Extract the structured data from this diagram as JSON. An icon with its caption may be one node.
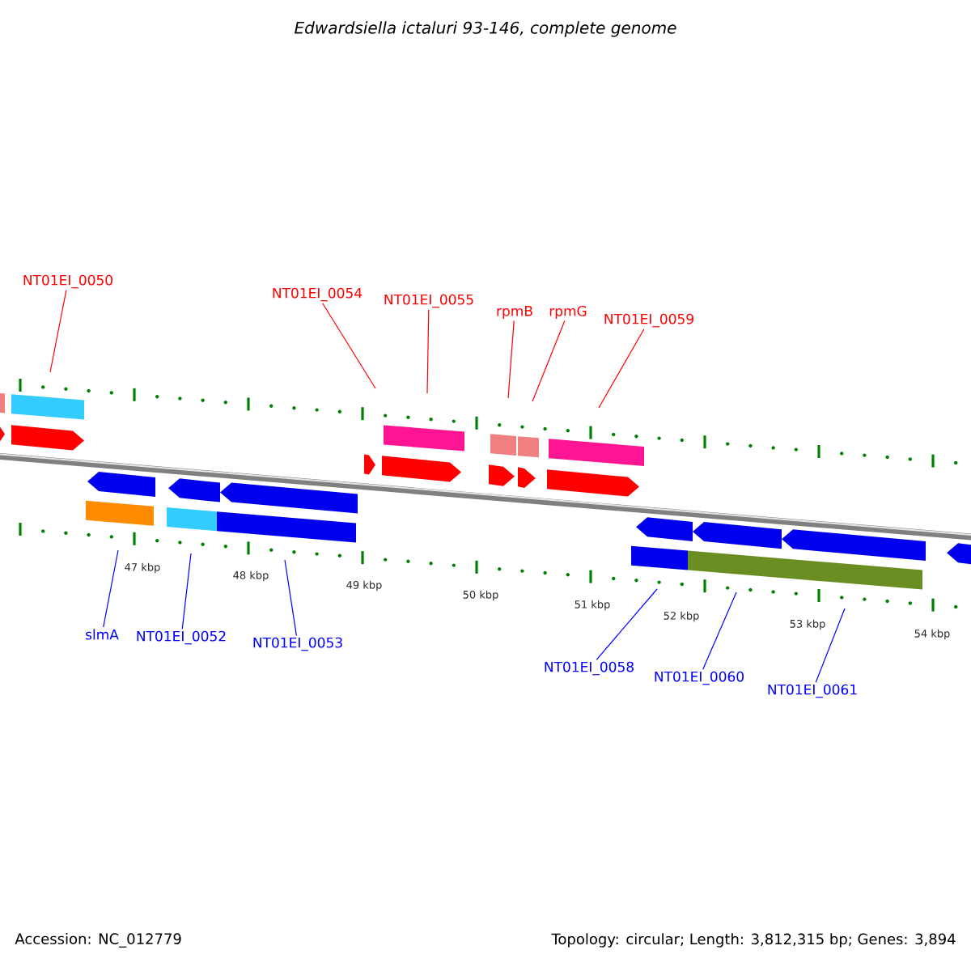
{
  "diagram": {
    "title": "Edwardsiella ictaluri 93-146, complete genome",
    "nodes": [
      {
        "text": [
          "NT01EI_0050"
        ]
      },
      {
        "text": [
          "NT01EI_0054"
        ]
      },
      {
        "text": [
          "NT01EI_0055"
        ]
      },
      {
        "text": [
          "rpmB"
        ]
      },
      {
        "text": [
          "rpmG"
        ]
      },
      {
        "text": [
          "NT01EI_0059"
        ]
      },
      {
        "text": [
          "slmA"
        ]
      },
      {
        "text": [
          "NT01EI_0052"
        ]
      },
      {
        "text": [
          "NT01EI_0053"
        ]
      },
      {
        "text": [
          "NT01EI_0058"
        ]
      },
      {
        "text": [
          "NT01EI_0060"
        ]
      },
      {
        "text": [
          "NT01EI_0061"
        ]
      }
    ],
    "edges": [
      {
        "from": 0,
        "to": null,
        "arrow": "none",
        "color": "#ff0000"
      },
      {
        "from": 1,
        "to": null,
        "arrow": "none",
        "color": "#ff0000"
      },
      {
        "from": 2,
        "to": null,
        "arrow": "none",
        "color": "#ff0000"
      },
      {
        "from": 3,
        "to": null,
        "arrow": "none",
        "color": "#ff0000"
      },
      {
        "from": 4,
        "to": null,
        "arrow": "none",
        "color": "#ff0000"
      },
      {
        "from": 5,
        "to": null,
        "arrow": "none",
        "color": "#ff0000"
      },
      {
        "from": 6,
        "to": null,
        "arrow": "none",
        "color": "#0000ff"
      },
      {
        "from": 7,
        "to": null,
        "arrow": "none",
        "color": "#0000ff"
      },
      {
        "from": 8,
        "to": null,
        "arrow": "none",
        "color": "#0000ff"
      },
      {
        "from": 9,
        "to": null,
        "arrow": "none",
        "color": "#0000ff"
      },
      {
        "from": 10,
        "to": null,
        "arrow": "none",
        "color": "#0000ff"
      },
      {
        "from": 11,
        "to": null,
        "arrow": "none",
        "color": "#0000ff"
      }
    ],
    "labels": [
      "47 kbp",
      "48 kbp",
      "49 kbp",
      "50 kbp",
      "51 kbp",
      "52 kbp",
      "53 kbp",
      "54 kbp",
      "Accession: NC_012779",
      "Topology: circular; Length: 3,812,315 bp; Genes: 3,894"
    ]
  }
}
